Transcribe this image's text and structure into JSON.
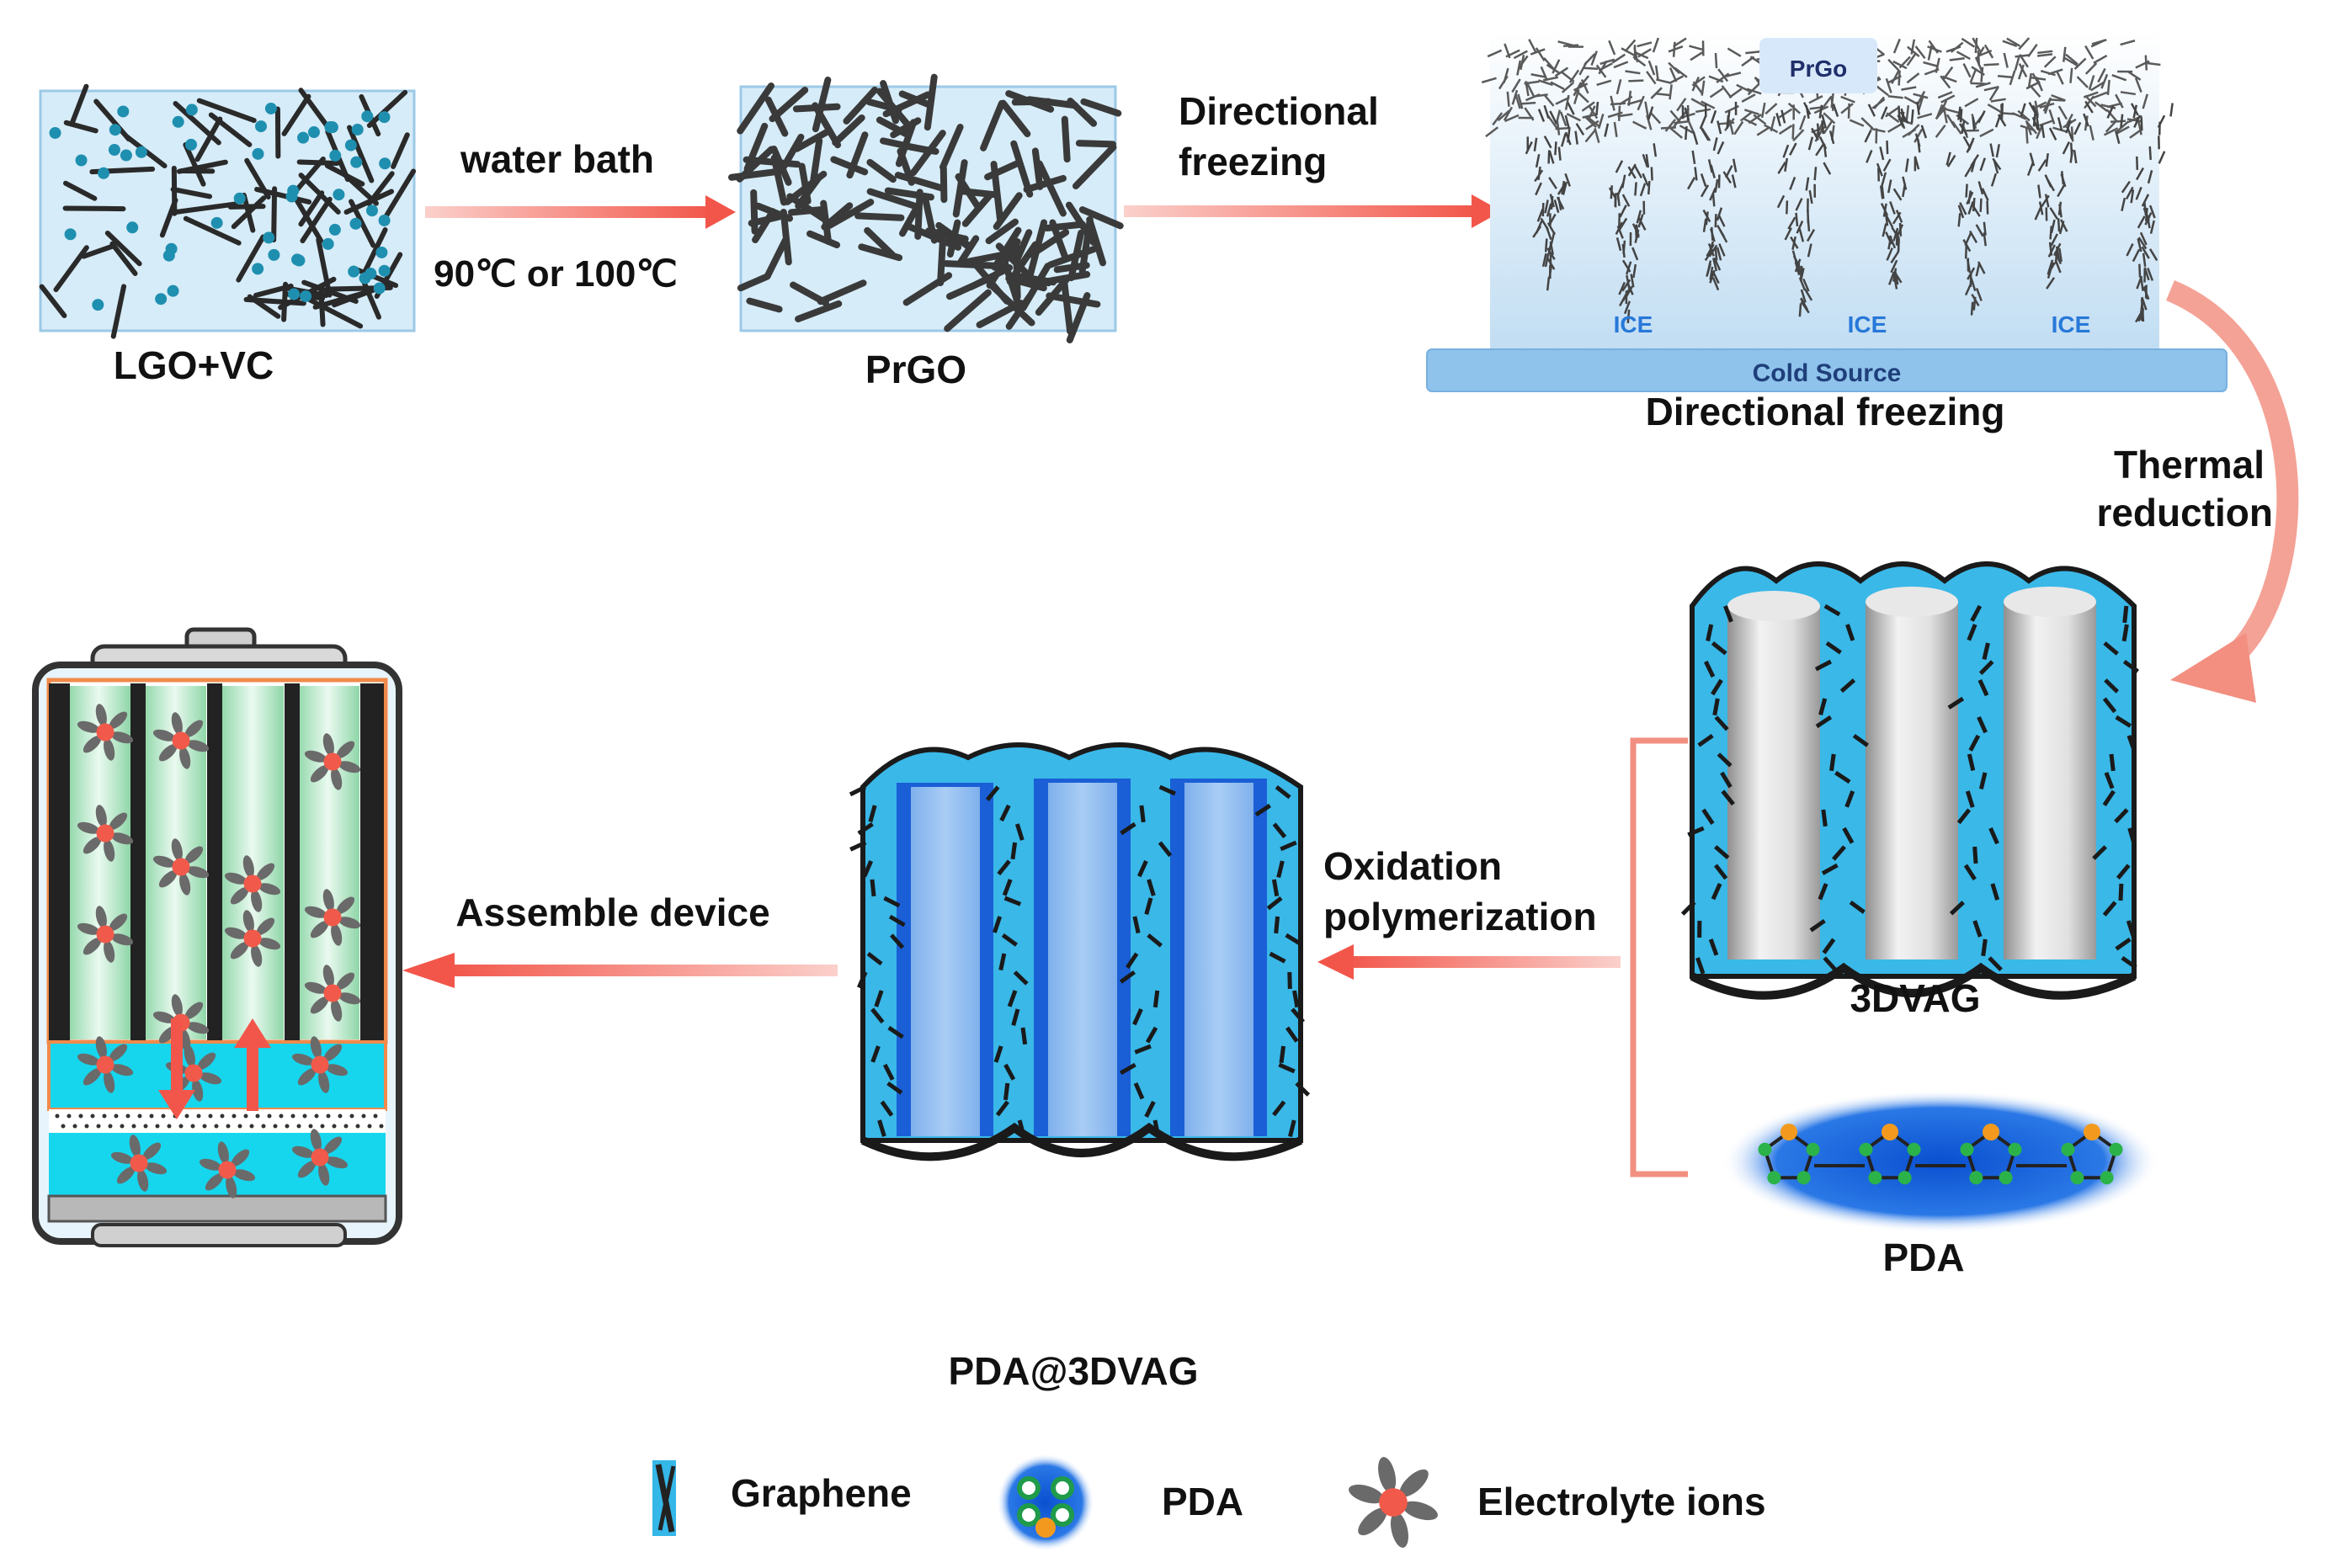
{
  "panels": {
    "lgo_vc": "LGO+VC",
    "prgo": "PrGO",
    "freeze_inner": "PrGo",
    "ice": [
      "ICE",
      "ICE",
      "ICE"
    ],
    "cold_source": "Cold Source",
    "freeze_caption": "Directional freezing",
    "vag": "3DVAG",
    "pda": "PDA",
    "product": "PDA@3DVAG"
  },
  "steps": {
    "water_bath": "water bath",
    "temperature": "90℃ or 100℃",
    "freezing_1": "Directional",
    "freezing_2": "freezing",
    "thermal_1": "Thermal",
    "thermal_2": "reduction",
    "oxidation_1": "Oxidation",
    "oxidation_2": "polymerization",
    "assemble": "Assemble device"
  },
  "legend": [
    {
      "icon": "graphene-icon",
      "label": "Graphene"
    },
    {
      "icon": "pda-icon",
      "label": "PDA"
    },
    {
      "icon": "electrolyte-ion-icon",
      "label": "Electrolyte ions"
    }
  ],
  "colors": {
    "arrow": "#f2564a",
    "graphene": "#222222",
    "wall_blue": "#34b8ea",
    "pda_blue": "#1a66d8",
    "pore_light": "#9cc4f2",
    "ice_blue": "#cfe6f6",
    "cold_source": "#8fc3ec",
    "electrolyte_band": "#17d8ef",
    "ion": "#f15a4a"
  }
}
